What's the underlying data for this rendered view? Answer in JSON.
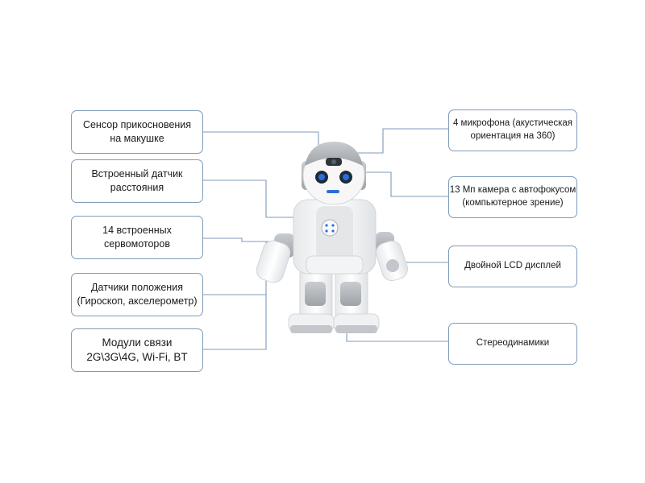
{
  "left_labels": [
    "Сенсор прикосновения\nна макушке",
    "Встроенный датчик\nрасстояния",
    "14 встроенных\nсервомоторов",
    "Датчики положения\n(Гироскоп, акселерометр)",
    "Модули связи\n2G\\3G\\4G, Wi-Fi, BT"
  ],
  "right_labels": [
    "4 микрофона (акустическая\nориентация на 360)",
    "13 Мп камера с автофокусом\n(компьютерное зрение)",
    "Двойной LCD дисплей",
    "Стереодинамики"
  ],
  "colors": {
    "box_border": "#7f9bb8",
    "connector": "#7f9bb8",
    "robot_white": "#f4f4f4",
    "robot_grey": "#bfc3c7",
    "eye_blue": "#2b6fd6"
  }
}
